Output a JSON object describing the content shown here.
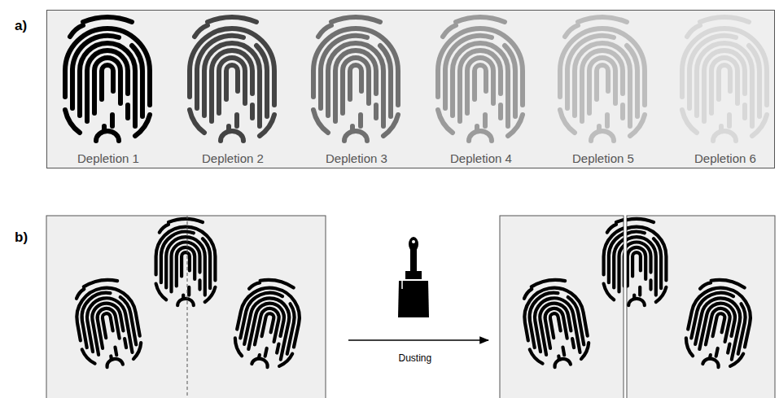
{
  "diagram": {
    "nodes": [
      {
        "text": [
          "Depletion 1",
          "Depletion 2",
          "Depletion 3",
          "Depletion 4",
          "Depletion 5",
          "Depletion 6"
        ]
      }
    ],
    "labels": [
      "a)",
      "b)",
      "Dusting"
    ]
  }
}
